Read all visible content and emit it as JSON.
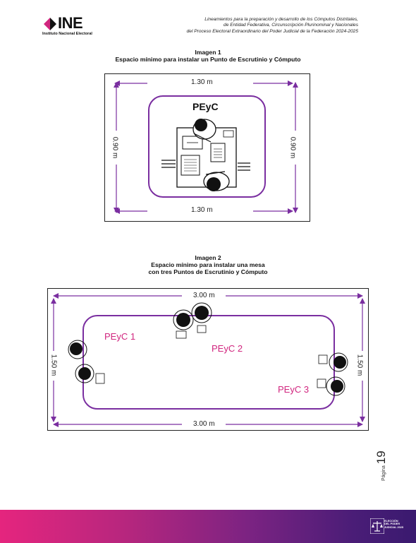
{
  "header": {
    "logo_text": "INE",
    "logo_subtitle": "Instituto Nacional Electoral",
    "lines": [
      "Lineamientos para la preparación y desarrollo de los Cómputos Distritales,",
      "de Entidad Federativa, Circunscripción Plurinominal y Nacionales",
      "del Proceso Electoral Extraordinario del Poder Judicial de la Federación 2024-2025"
    ]
  },
  "figure1": {
    "caption_title": "Imagen 1",
    "caption_text": "Espacio mínimo para instalar un Punto de Escrutinio y Cómputo",
    "width_label": "1.30 m",
    "height_label": "0.90 m",
    "station_label": "PEyC"
  },
  "figure2": {
    "caption_title": "Imagen 2",
    "caption_line1": "Espacio mínimo para instalar una mesa",
    "caption_line2": "con tres Puntos de Escrutinio y Cómputo",
    "width_label": "3.00 m",
    "height_label": "1.50 m",
    "stations": [
      "PEyC 1",
      "PEyC 2",
      "PEyC 3"
    ]
  },
  "footer": {
    "page_word": "Página",
    "page_number": "19",
    "badge_lines": [
      "ELECCIÓN",
      "DEL PODER",
      "JUDICIAL 2025"
    ]
  },
  "colors": {
    "purple": "#7a2ea0",
    "magenta": "#d1267f"
  }
}
